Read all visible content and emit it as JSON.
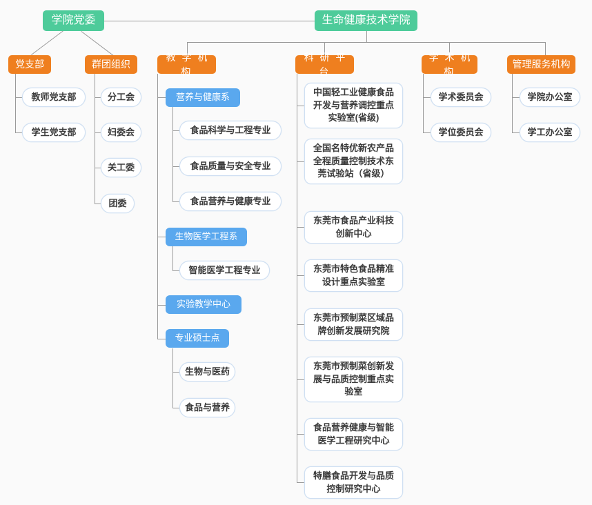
{
  "diagram": {
    "type": "organization-chart",
    "colors": {
      "root": "#4ecb9a",
      "level1": "#ef7f1f",
      "level2": "#5aa8ee",
      "leaf_border": "#cfdff2",
      "leaf_fill": "#ffffff",
      "connector": "#9a9a9a",
      "background": "#fafafa"
    },
    "root": {
      "label": "生命健康技术学院"
    },
    "party": {
      "label": "学院党委"
    },
    "level1": [
      {
        "key": "dangzhibu",
        "label": "党支部"
      },
      {
        "key": "quntuan",
        "label": "群团组织"
      },
      {
        "key": "jiaoxue",
        "label": "教 学 机 构"
      },
      {
        "key": "keyan",
        "label": "科 研 平 台"
      },
      {
        "key": "xueshu",
        "label": "学 术 机 构"
      },
      {
        "key": "guanli",
        "label": "管理服务机构"
      }
    ],
    "dangzhibu_children": [
      {
        "label": "教师党支部"
      },
      {
        "label": "学生党支部"
      }
    ],
    "quntuan_children": [
      {
        "label": "分工会"
      },
      {
        "label": "妇委会"
      },
      {
        "label": "关工委"
      },
      {
        "label": "团委"
      }
    ],
    "jiaoxue_children": [
      {
        "label": "营养与健康系",
        "children": [
          {
            "label": "食品科学与工程专业"
          },
          {
            "label": "食品质量与安全专业"
          },
          {
            "label": "食品营养与健康专业"
          }
        ]
      },
      {
        "label": "生物医学工程系",
        "children": [
          {
            "label": "智能医学工程专业"
          }
        ]
      },
      {
        "label": "实验教学中心",
        "children": []
      },
      {
        "label": "专业硕士点",
        "children": [
          {
            "label": "生物与医药"
          },
          {
            "label": "食品与营养"
          }
        ]
      }
    ],
    "keyan_children": [
      {
        "label": "中国轻工业健康食品\n开发与营养调控重点\n实验室(省级)"
      },
      {
        "label": "全国名特优新农产品\n全程质量控制技术东\n莞试验站（省级）"
      },
      {
        "label": "东莞市食品产业科技\n创新中心"
      },
      {
        "label": "东莞市特色食品精准\n设计重点实验室"
      },
      {
        "label": "东莞市预制菜区域品\n牌创新发展研究院"
      },
      {
        "label": "东莞市预制菜创新发\n展与品质控制重点实\n验室"
      },
      {
        "label": "食品营养健康与智能\n医学工程研究中心"
      },
      {
        "label": "特膳食品开发与品质\n控制研究中心"
      }
    ],
    "xueshu_children": [
      {
        "label": "学术委员会"
      },
      {
        "label": "学位委员会"
      }
    ],
    "guanli_children": [
      {
        "label": "学院办公室"
      },
      {
        "label": "学工办公室"
      }
    ]
  }
}
